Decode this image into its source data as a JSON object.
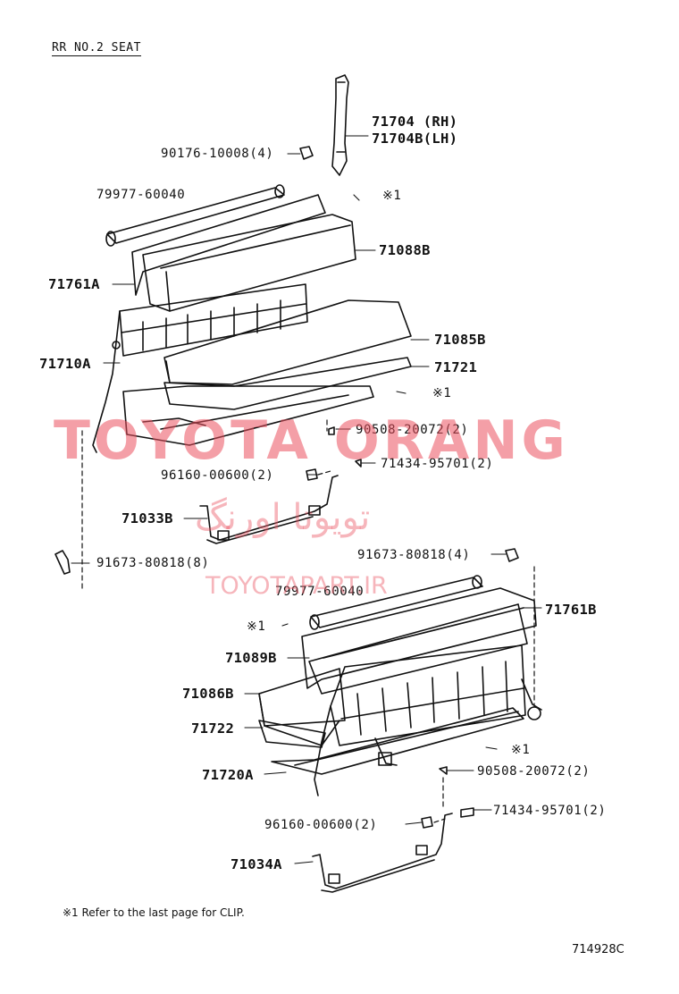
{
  "title": "RR NO.2 SEAT",
  "labels": {
    "p71704": "71704 (RH)",
    "p71704b": "71704B(LH)",
    "p90176": "90176-10008(4)",
    "clip1": "※1",
    "p79977a": "79977-60040",
    "p71088b": "71088B",
    "p71761a": "71761A",
    "p71085b": "71085B",
    "p71710a": "71710A",
    "p71721": "71721",
    "clip2": "※1",
    "p90508a": "90508-20072(2)",
    "p96160a": "96160-00600(2)",
    "p71434a": "71434-95701(2)",
    "p71033b": "71033B",
    "p91673a": "91673-80818(8)",
    "p91673b": "91673-80818(4)",
    "p79977b": "79977-60040",
    "p71761b": "71761B",
    "clip3": "※1",
    "p71089b": "71089B",
    "p71086b": "71086B",
    "p71722": "71722",
    "clip4": "※1",
    "p71720a": "71720A",
    "p90508b": "90508-20072(2)",
    "p96160b": "96160-00600(2)",
    "p71434b": "71434-95701(2)",
    "p71034a": "71034A"
  },
  "footnote": "※1  Refer to the last page for CLIP.",
  "diagram_code": "714928C",
  "watermark": {
    "main": "TOYOTA ORANG",
    "persian": "تویوتا اورنگ",
    "url": "TOYOTAPART.IR"
  }
}
